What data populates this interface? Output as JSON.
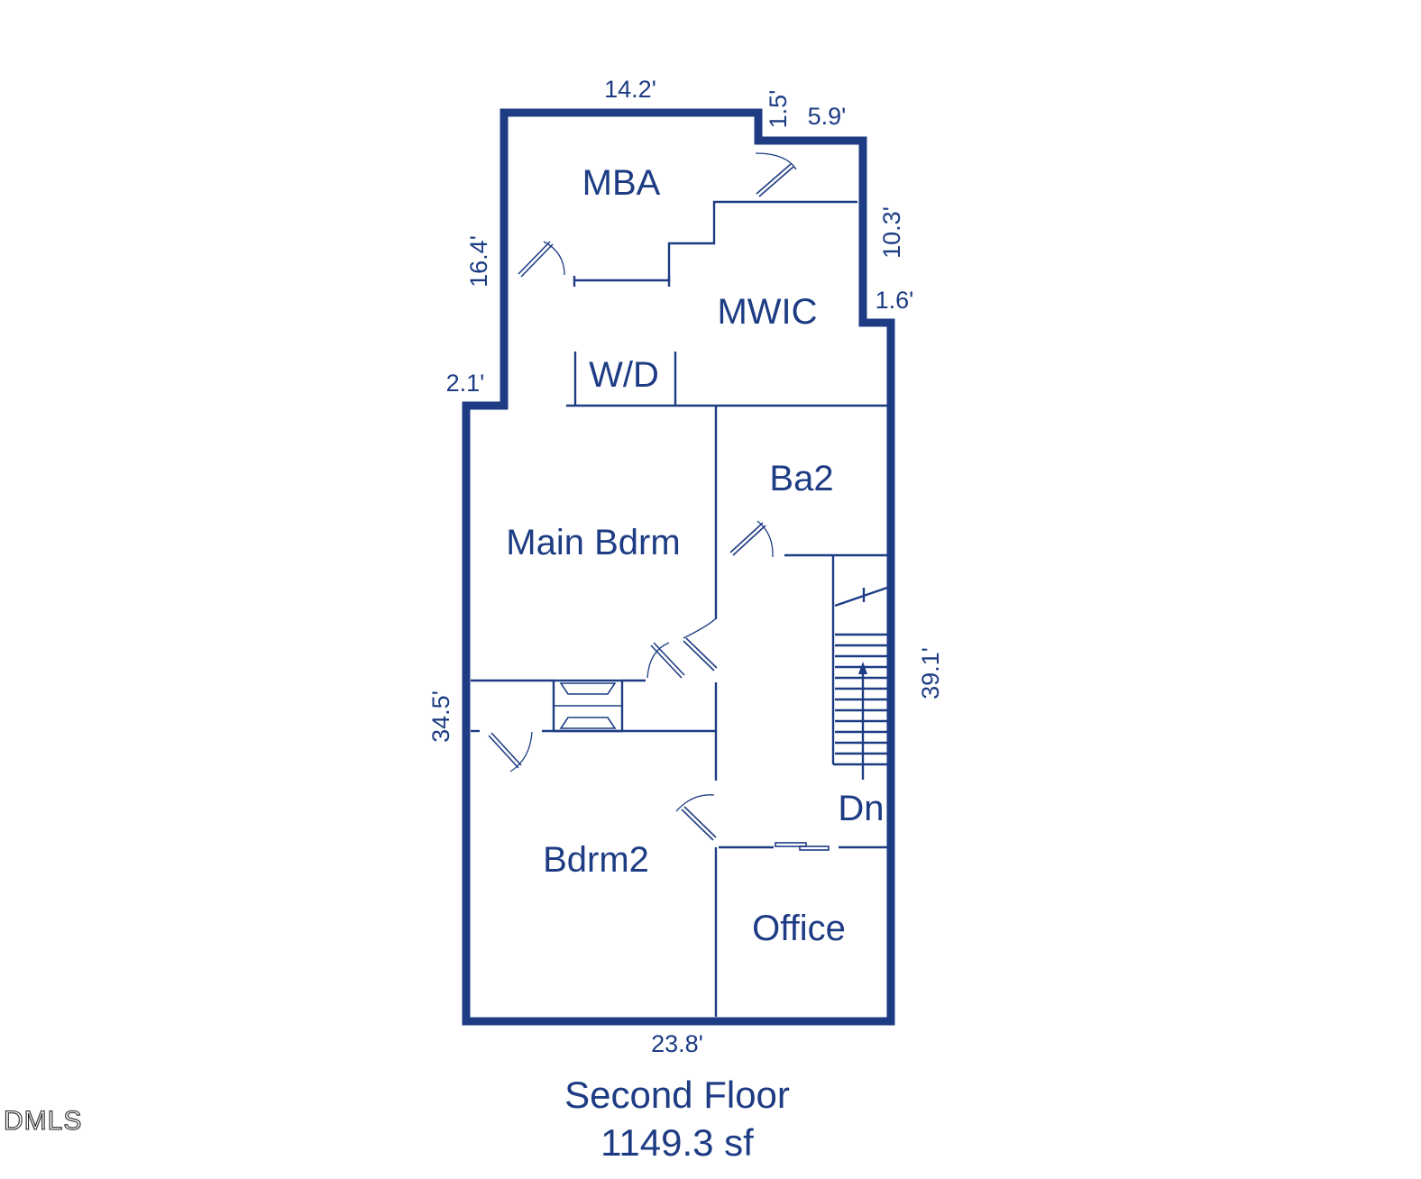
{
  "title": "Second Floor",
  "area": "1149.3 sf",
  "watermark": "DMLS",
  "rooms": {
    "mba": "MBA",
    "mwic": "MWIC",
    "wd": "W/D",
    "ba2": "Ba2",
    "main_bdrm": "Main Bdrm",
    "bdrm2": "Bdrm2",
    "office": "Office",
    "stairs": "Dn"
  },
  "dimensions": {
    "top": "14.2'",
    "jog_top": "1.5'",
    "top_right": "5.9'",
    "right_upper": "10.3'",
    "right_jog": "1.6'",
    "right": "39.1'",
    "left_upper": "16.4'",
    "left_jog": "2.1'",
    "left": "34.5'",
    "bottom": "23.8'"
  },
  "colors": {
    "line": "#1d3c84",
    "background": "#ffffff"
  }
}
